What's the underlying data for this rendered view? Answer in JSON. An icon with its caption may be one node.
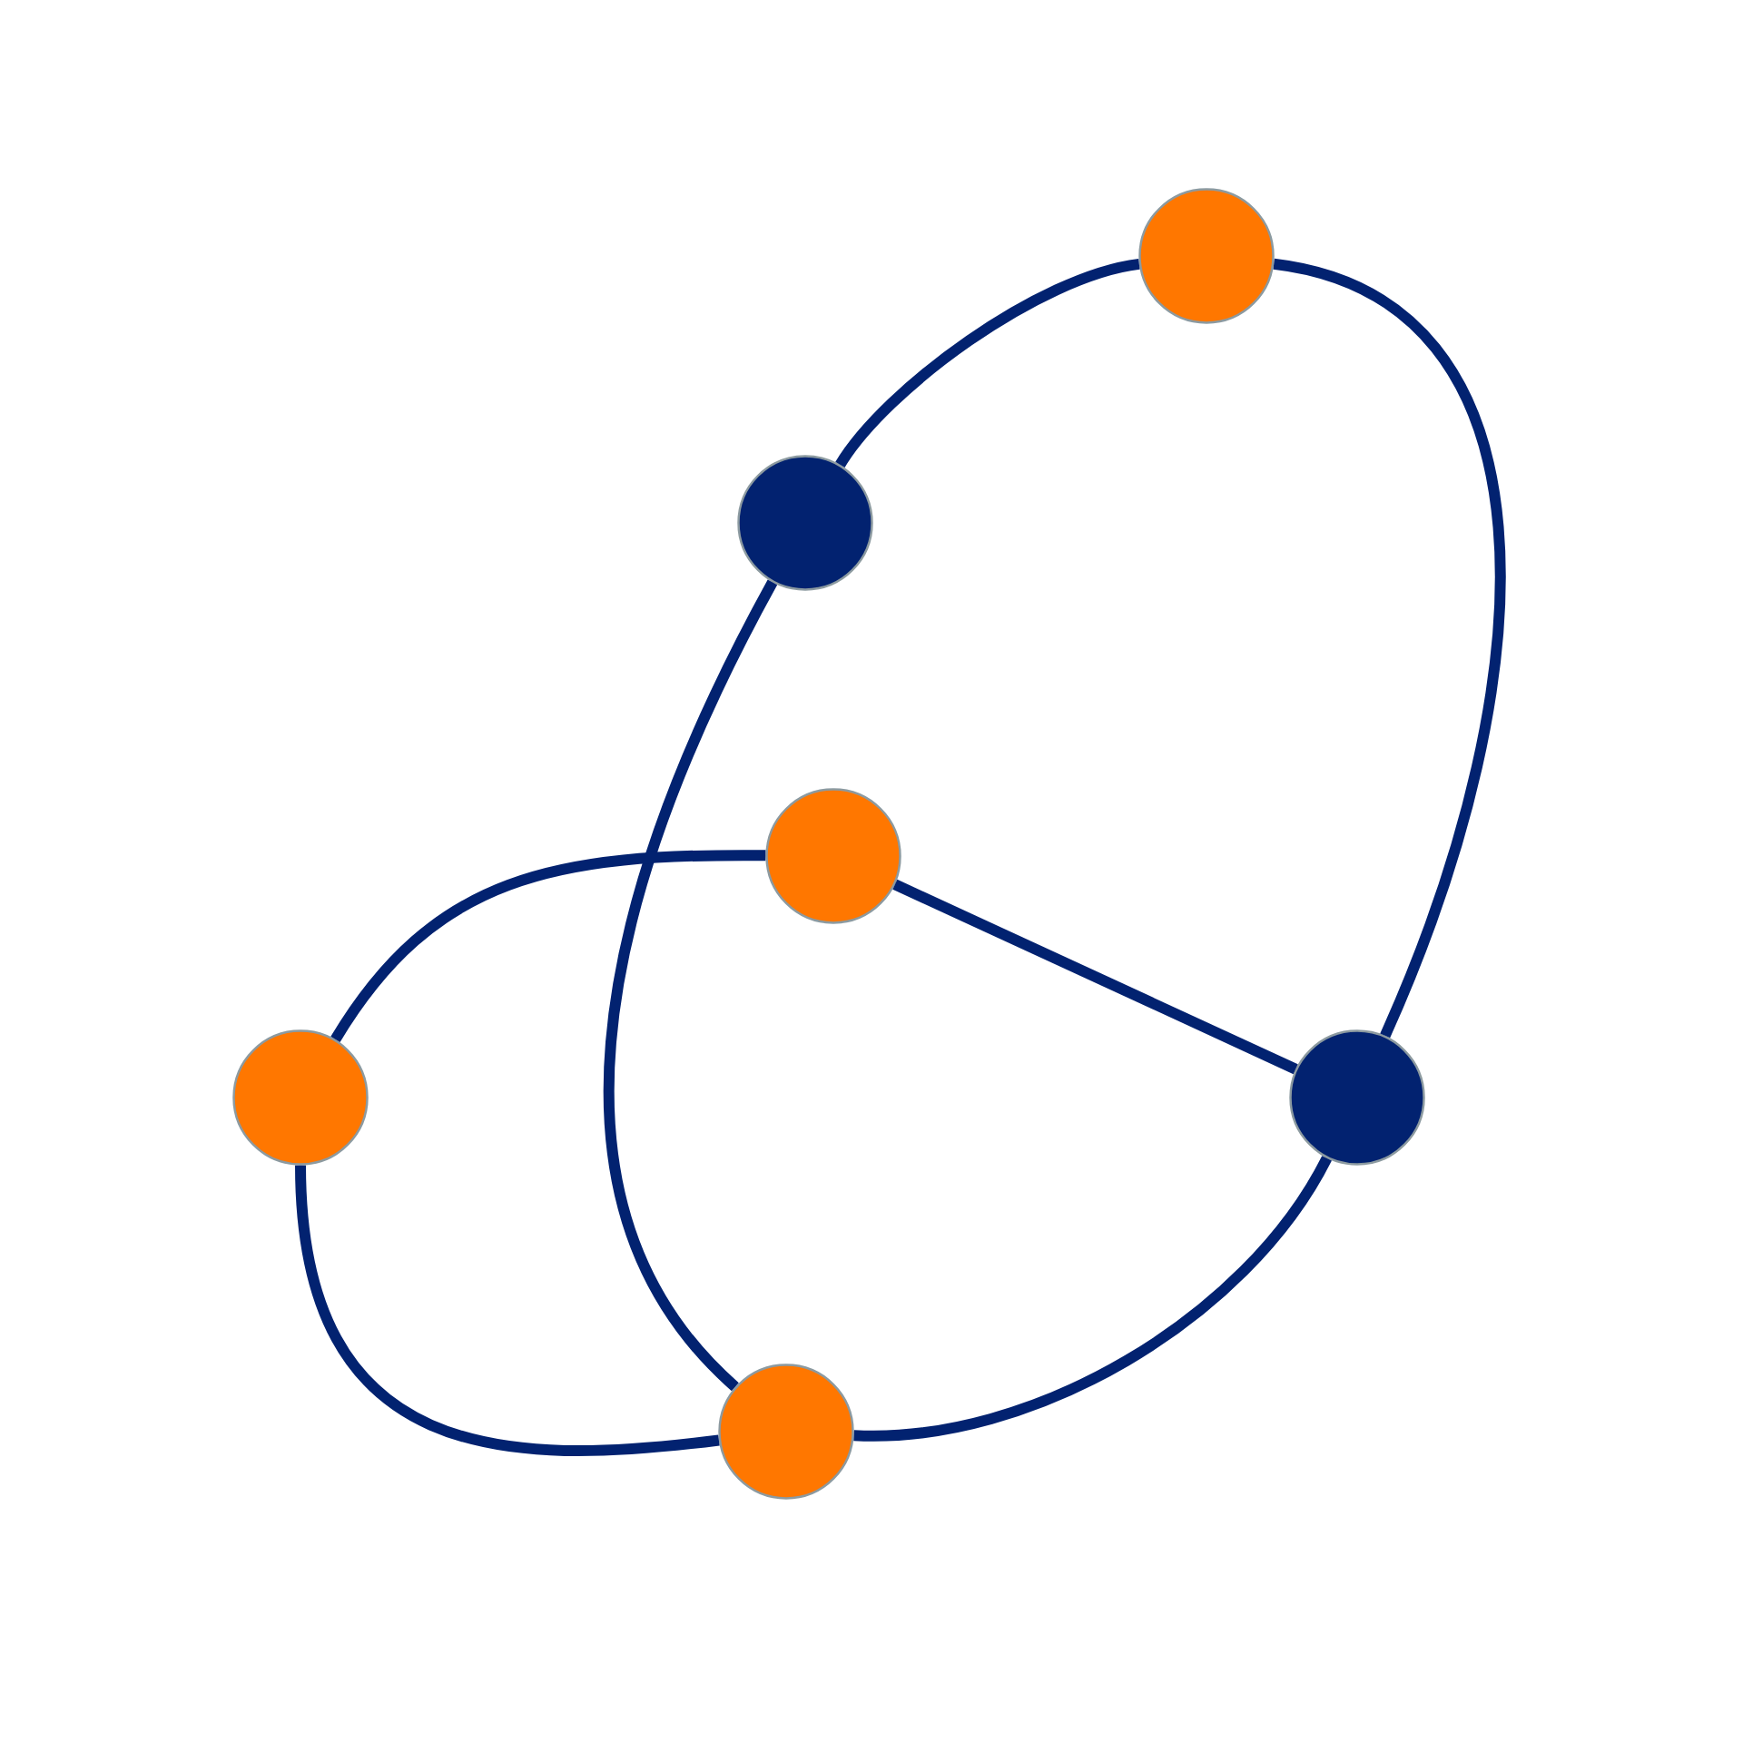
{
  "diagram": {
    "nodes": [
      {
        "text": [],
        "shape": "circle"
      },
      {
        "text": [],
        "shape": "circle"
      },
      {
        "text": [],
        "shape": "circle"
      },
      {
        "text": [],
        "shape": "circle"
      },
      {
        "text": [],
        "shape": "circle"
      },
      {
        "text": [],
        "shape": "circle"
      }
    ],
    "edges": [
      {
        "from": 0,
        "to": 1,
        "arrow": "none"
      },
      {
        "from": 0,
        "to": 4,
        "arrow": "none"
      },
      {
        "from": 1,
        "to": 5,
        "arrow": "none"
      },
      {
        "from": 2,
        "to": 3,
        "arrow": "none"
      },
      {
        "from": 2,
        "to": 4,
        "arrow": "none"
      },
      {
        "from": 3,
        "to": 5,
        "arrow": "none"
      },
      {
        "from": 4,
        "to": 5,
        "arrow": "none"
      }
    ]
  }
}
